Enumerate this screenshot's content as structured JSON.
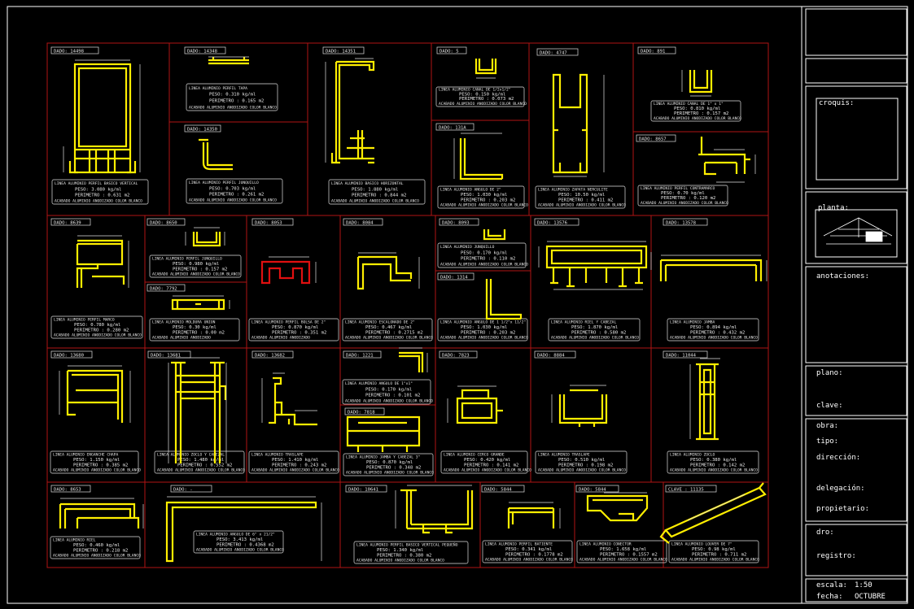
{
  "colors": {
    "background": "#000000",
    "frame": "#ffffff",
    "grid": "#b01414",
    "profile": "#ffee00",
    "dim": "#e0e0e0",
    "label": "#e8e8e8",
    "red": "#e01010"
  },
  "cells": [
    {
      "code": "DADO: 14498",
      "l1": "LINEA ALUMINIO PERFIL BASICO VERTICAL",
      "l2": "PESO: 3.080 kg/ml",
      "l3": "PERIMETRO : 0.631 m2",
      "l4": "ACABADO ALUMINIO ANODIZADO COLOR BLANCO"
    },
    {
      "code": "DADO: 14348",
      "l1": "LINEA ALUMINIO PERFIL TAPA",
      "l2": "PESO: 0.310 kg/ml",
      "l3": "PERIMETRO : 0.165 m2",
      "l4": "ACABADO ALUMINIO ANODIZADO COLOR BLANCO"
    },
    {
      "code": "DADO: 14350",
      "l1": "LINEA ALUMINIO PERFIL JUNQUILLO",
      "l2": "PESO: 0.703 kg/ml",
      "l3": "PERIMETRO : 0.261 m2",
      "l4": "ACABADO ALUMINIO ANODIZADO COLOR BLANCO"
    },
    {
      "code": "DADO: 14351",
      "l1": "LINEA ALUMINIO BASICO HORIZONTAL",
      "l2": "PESO: 1.880 kg/ml",
      "l3": "PERIMETRO : 0.844 m2",
      "l4": "ACABADO ALUMINIO ANODIZADO COLOR BLANCO"
    },
    {
      "code": "DADO: 5",
      "l1": "LINEA ALUMINIO CANAL DE 1/2x1/2\"",
      "l2": "PESO: 0.150 kg/ml",
      "l3": "PERIMETRO : 0.073 m2",
      "l4": "ACABADO ALUMINIO ANODIZADO COLOR BLANCO"
    },
    {
      "code": "DADO: 131A",
      "l1": "LINEA ALUMINIO ANGULO DE 2\"",
      "l2": "PESO: 1.030 kg/ml",
      "l3": "PERIMETRO : 0.203 m2",
      "l4": "ACABADO ALUMINIO ANODIZADO COLOR BLANCO"
    },
    {
      "code": "DADO: 4747",
      "l1": "LINEA ALUMINIO ZAPATA NERCULITE",
      "l2": "PESO: 10.50 kg/ml",
      "l3": "PERIMETRO : 0.411 m2",
      "l4": "ACABADO ALUMINIO ANODIZADO COLOR BLANCO"
    },
    {
      "code": "DADO: 891",
      "l1": "LINEA ALUMINIO CANAL DE 1\" x 1\"",
      "l2": "PESO: 0.810 kg/ml",
      "l3": "PERIMETRO : 0.157 m2",
      "l4": "ACABADO ALUMINIO ANODIZADO COLOR BLANCO"
    },
    {
      "code": "DADO: 8657",
      "l1": "LINEA ALUMINIO PERFIL CONTRAMARCO",
      "l2": "PESO: 0.70 kg/ml",
      "l3": "PERIMETRO : 0.120 m2",
      "l4": "ACABADO ALUMINIO ANODIZADO COLOR BLANCO"
    },
    {
      "code": "DADO: 8639",
      "l1": "LINEA ALUMINIO PERFIL MARCO",
      "l2": "PESO: 0.780 kg/ml",
      "l3": "PERIMETRO : 0.280 m2",
      "l4": "ACABADO ALUMINIO ANODIZADO COLOR BLANCO"
    },
    {
      "code": "DADO: 8650",
      "l1": "LINEA ALUMINIO PERFIL JUNQUILLO",
      "l2": "PESO: 0.980 kg/ml",
      "l3": "PERIMETRO : 0.157 m2",
      "l4": "ACABADO ALUMINIO ANODIZADO COLOR BLANCO"
    },
    {
      "code": "DADO: 7792",
      "l1": "LINEA ALUMINIO MOLDURA UNION",
      "l2": "PESO: 0.30 kg/ml",
      "l3": "PERIMETRO : 0.00 m2",
      "l4": "ACABADO ALUMINIO ANODIZADO"
    },
    {
      "code": "DADO: 8053",
      "l1": "LINEA ALUMINIO PERFIL BOLSA DE 2\"",
      "l2": "PESO: 0.870 kg/ml",
      "l3": "PERIMETRO : 0.351 m2",
      "l4": "ACABADO ALUMINIO ANODIZADO"
    },
    {
      "code": "DADO: 8084",
      "l1": "LINEA ALUMINIO ESCALONADO DE 2\"",
      "l2": "PESO: 0.467 kg/ml",
      "l3": "PERIMETRO : 0.2715 m2",
      "l4": "ACABADO ALUMINIO ANODIZADO COLOR BLANCO"
    },
    {
      "code": "DADO: 8093",
      "l1": "LINEA ALUMINIO JUNQUILLO",
      "l2": "PESO: 0.170 kg/ml",
      "l3": "PERIMETRO : 0.110 m2",
      "l4": "ACABADO ALUMINIO ANODIZADO COLOR BLANCO"
    },
    {
      "code": "DADO: 1314",
      "l1": "LINEA ALUMINIO ANGULO DE 1 1/2\"x 11/2\"",
      "l2": "PESO: 1.030 kg/ml",
      "l3": "PERIMETRO : 0.203 m2",
      "l4": "ACABADO ALUMINIO ANODIZADO COLOR BLANCO"
    },
    {
      "code": "DADO: 13576",
      "l1": "LINEA ALUMINIO RIEL Y CABEZAL",
      "l2": "PESO: 1.870 kg/ml",
      "l3": "PERIMETRO : 0.580 m2",
      "l4": "ACABADO ALUMINIO ANODIZADO COLOR BLANCO"
    },
    {
      "code": "DADO: 13578",
      "l1": "LINEA ALUMINIO JAMBA",
      "l2": "PESO: 0.894 kg/ml",
      "l3": "PERIMETRO : 0.432 m2",
      "l4": "ACABADO ALUMINIO ANODIZADO COLOR BLANCO"
    },
    {
      "code": "DADO: 13680",
      "l1": "LINEA ALUMINIO ENGANCHE CHAPA",
      "l2": "PESO: 1.150 kg/ml",
      "l3": "PERIMETRO : 0.385 m2",
      "l4": "ACABADO ALUMINIO ANODIZADO COLOR BLANCO"
    },
    {
      "code": "DADO: 13681",
      "l1": "LINEA ALUMINIO ZOCLO Y CABEZAL",
      "l2": "PESO: 1.480 kg/ml",
      "l3": "PERIMETRO : 0.552 m2",
      "l4": "ACABADO ALUMINIO ANODIZADO COLOR BLANCO"
    },
    {
      "code": "DADO: 13682",
      "l1": "LINEA ALUMINIO TRASLAPE",
      "l2": "PESO: 1.410 kg/ml",
      "l3": "PERIMETRO : 0.243 m2",
      "l4": "ACABADO ALUMINIO ANODIZADO COLOR BLANCO"
    },
    {
      "code": "DADO: 1221",
      "l1": "LINEA ALUMINIO ANGULO DE 1\"x1\"",
      "l2": "PESO: 0.170 kg/ml",
      "l3": "PERIMETRO : 0.101 m2",
      "l4": "ACABADO ALUMINIO ANODIZADO COLOR BLANCO"
    },
    {
      "code": "DADO: 7818",
      "l1": "LINEA ALUMINIO JAMBA Y CABEZAL 3\"",
      "l2": "PESO: 0.870 kg/ml",
      "l3": "PERIMETRO : 0.348 m2",
      "l4": "ACABADO ALUMINIO ANODIZADO COLOR BLANCO"
    },
    {
      "code": "DADO: 7823",
      "l1": "LINEA ALUMINIO CERCO GRANDE",
      "l2": "PESO: 0.420 kg/ml",
      "l3": "PERIMETRO : 0.141 m2",
      "l4": "ACABADO ALUMINIO ANODIZADO COLOR BLANCO"
    },
    {
      "code": "DADO: 8884",
      "l1": "LINEA ALUMINIO TRASLAPE",
      "l2": "PESO: 0.510 kg/ml",
      "l3": "PERIMETRO : 0.198 m2",
      "l4": "ACABADO ALUMINIO ANODIZADO COLOR BLANCO"
    },
    {
      "code": "DADO: 11044",
      "l1": "LINEA ALUMINIO ZOCLO",
      "l2": "PESO: 0.380 kg/ml",
      "l3": "PERIMETRO : 0.142 m2",
      "l4": "ACABADO ALUMINIO ANODIZADO COLOR BLANCO"
    },
    {
      "code": "DADO: 8653",
      "l1": "LINEA ALUMINIO RIEL",
      "l2": "PESO: 0.460 kg/ml",
      "l3": "PERIMETRO : 0.218 m2",
      "l4": "ACABADO ALUMINIO ANODIZADO COLOR BLANCO"
    },
    {
      "code": "DADO: -",
      "l1": "LINEA ALUMINIO ANGULO DE 6\" x 21/2\"",
      "l2": "PESO: 3.413 kg/ml",
      "l3": "PERIMETRO : 0.4368 m2",
      "l4": "ACABADO ALUMINIO ANODIZADO COLOR BLANCO"
    },
    {
      "code": "DADO: 10641",
      "l1": "LINEA ALUMINIO PERFIL BASICO VERTICAL PEQUEÑO",
      "l2": "PESO: 1.340 kg/ml",
      "l3": "PERIMETRO : 0.380 m2",
      "l4": "ACABADO ALUMINIO ANODIZADO COLOR BLANCO"
    },
    {
      "code": "DADO: 5844",
      "l1": "LINEA ALUMINIO PERFIL BATIENTE",
      "l2": "PESO: 0.341 kg/ml",
      "l3": "PERIMETRO : 0.1778 m2",
      "l4": "ACABADO ALUMINIO ANODIZADO COLOR BLANCO"
    },
    {
      "code": "DADO: 5844",
      "l1": "LINEA ALUMINIO CONECTOR",
      "l2": "PESO: 1.658 kg/ml",
      "l3": "PERIMETRO : 0.1557 m2",
      "l4": "ACABADO ALUMINIO ANODIZADO COLOR BLANCO"
    },
    {
      "code": "CLAVE : 11135",
      "l1": "LINEA ALUMINIO LOUVER DE 7\"",
      "l2": "PESO: 0.98 kg/ml",
      "l3": "PERIMETRO : 0.711 m2",
      "l4": "ACABADO ALUMINIO ANODIZADO COLOR BLANCO"
    }
  ],
  "title_block": {
    "croquis": "croquis:",
    "planta": "planta:",
    "anotaciones": "anotaciones:",
    "plano": "plano:",
    "clave": "clave:",
    "obra": "obra:",
    "tipo": "tipo:",
    "direccion": "dirección:",
    "delegacion": "delegación:",
    "propietario": "propietario:",
    "dro": "dro:",
    "registro": "registro:",
    "escala_label": "escala:",
    "escala_value": "1:50",
    "fecha_label": "fecha:",
    "fecha_value": "OCTUBRE"
  }
}
